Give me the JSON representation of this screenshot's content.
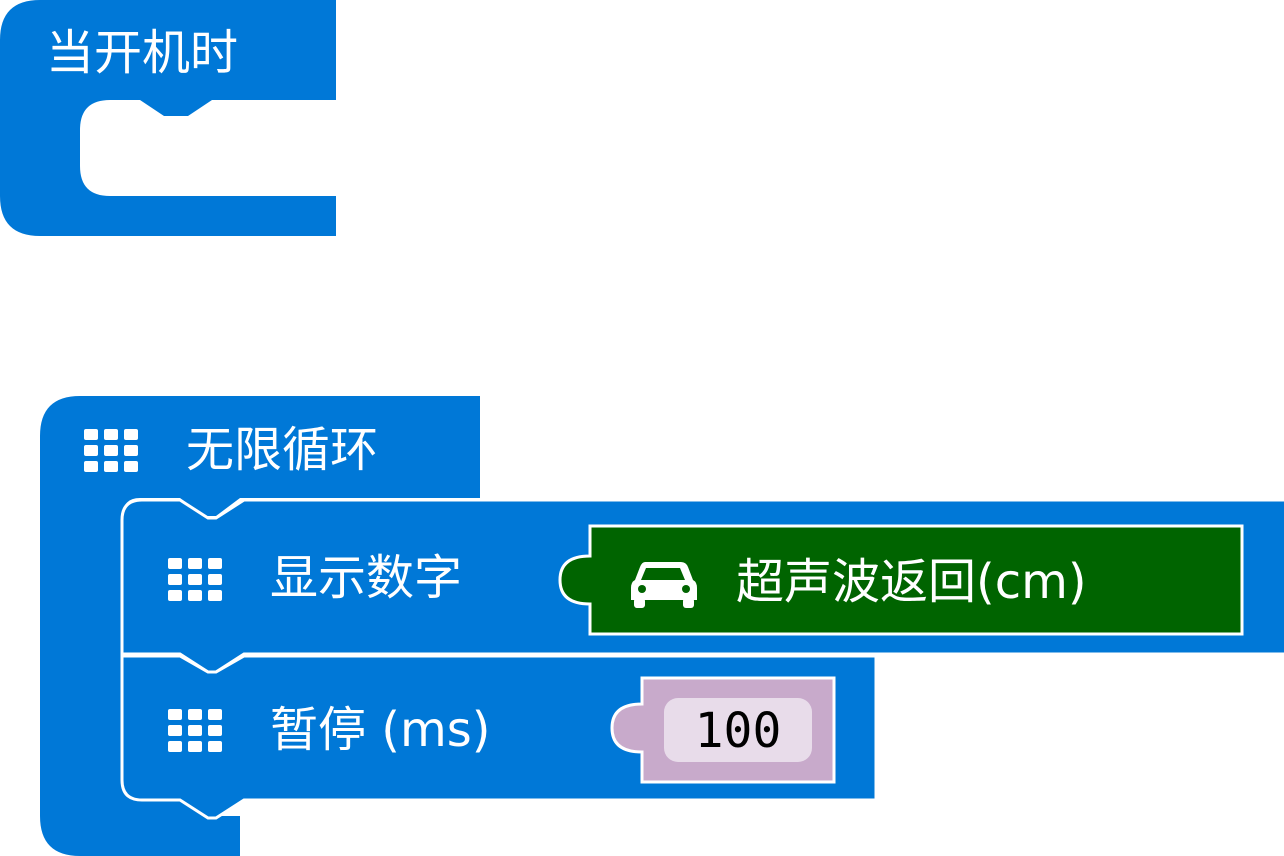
{
  "colors": {
    "basic_block": "#0078d7",
    "sensor_block": "#006400",
    "number_block": "#c8aacb",
    "number_field": "#e8dcea",
    "outline": "#ffffff",
    "text": "#ffffff",
    "number_text": "#000000"
  },
  "on_start": {
    "label": "当开机时"
  },
  "forever": {
    "label": "无限循环",
    "icon": "grid-icon"
  },
  "show_number": {
    "label": "显示数字",
    "icon": "grid-icon",
    "sensor": {
      "label": "超声波返回(cm)",
      "icon": "car-icon"
    }
  },
  "pause": {
    "label": "暂停 (ms)",
    "icon": "grid-icon",
    "value": "100"
  }
}
